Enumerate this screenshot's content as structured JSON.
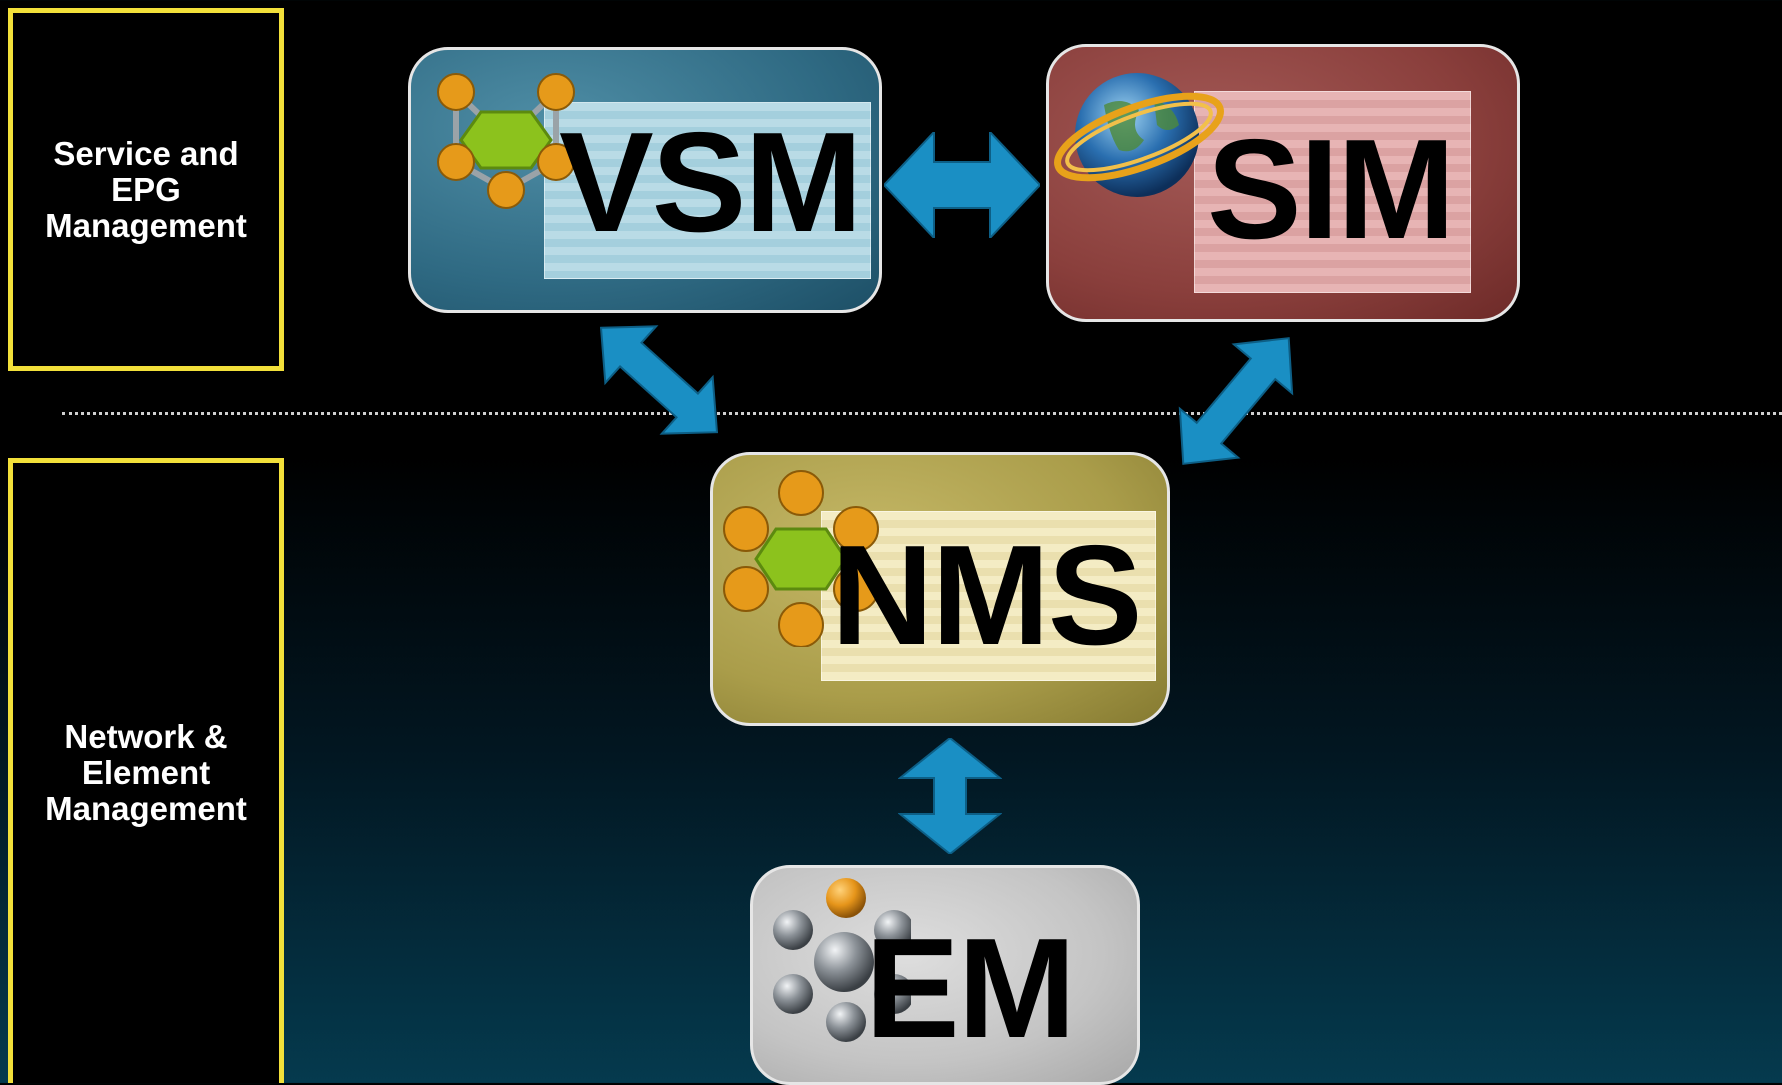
{
  "tiers": [
    {
      "label": "Service and\nEPG\nManagement"
    },
    {
      "label": "Network &\nElement\nManagement"
    }
  ],
  "modules": {
    "vsm": {
      "label": "VSM"
    },
    "sim": {
      "label": "SIM"
    },
    "nms": {
      "label": "NMS"
    },
    "em": {
      "label": "EM"
    }
  },
  "colors": {
    "tier_border": "#f2e03a",
    "arrow": "#1a8fc4",
    "vsm": "#2f6a83",
    "sim": "#8a3f3c",
    "nms": "#aa9d4a",
    "em": "#c4c4c4"
  },
  "icons": {
    "vsm": "molecule-icon",
    "sim": "globe-icon",
    "nms": "molecule-icon",
    "em": "atom-cluster-icon"
  }
}
